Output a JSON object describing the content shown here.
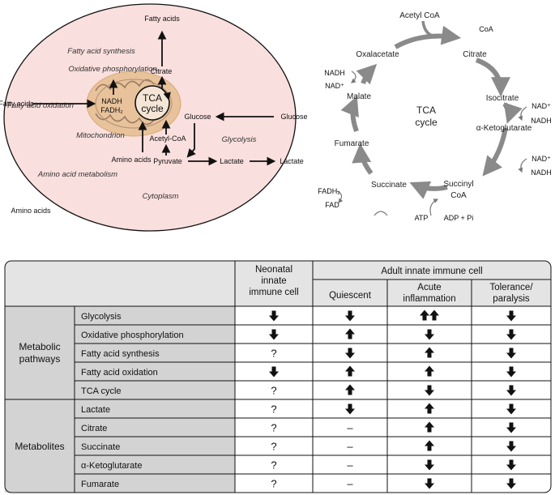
{
  "cell_diagram": {
    "top_fatty_acids": "Fatty acids",
    "fatty_acid_synthesis": "Fatty acid synthesis",
    "oxidative_phosphorylation": "Oxidative phosphorylation",
    "citrate": "Citrate",
    "fatty_acids_left": "Fatty acids",
    "fatty_acid_oxidation": "Fatty acid oxidation",
    "nadh": "NADH",
    "fadh2": "FADH₂",
    "tca_cycle_line1": "TCA",
    "tca_cycle_line2": "cycle",
    "glucose_inside": "Glucose",
    "glucose_outside": "Glucose",
    "mitochondrion": "Mitochondrion",
    "glycolysis": "Glycolysis",
    "acetyl_coa": "Acetyl-CoA",
    "amino_acids_inside": "Amino acids",
    "pyruvate": "Pyruvate",
    "lactate_inside": "Lactate",
    "lactate_outside": "Lactate",
    "amino_acid_metabolism": "Amino acid metabolism",
    "cytoplasm": "Cytoplasm",
    "amino_acids_outside": "Amino acids"
  },
  "tca_diagram": {
    "acetyl_coa": "Acetyl CoA",
    "coa": "CoA",
    "oxalacetate": "Oxalacetate",
    "citrate": "Citrate",
    "nadh_left": "NADH",
    "nad_left": "NAD⁺",
    "isocitrate": "Isocitrate",
    "nad_right1": "NAD⁺",
    "nadh_right1": "NADH",
    "malate": "Malate",
    "center_line1": "TCA",
    "center_line2": "cycle",
    "alpha_ketoglutarate": "α-Ketoglutarate",
    "nad_right2": "NAD⁺",
    "nadh_right2": "NADH",
    "fumarate": "Fumarate",
    "fadh2": "FADH₂",
    "fad": "FAD",
    "succinate": "Succinate",
    "succinyl_coa_line1": "Succinyl",
    "succinyl_coa_line2": "CoA",
    "atp": "ATP",
    "adp_pi": "ADP + Pi"
  },
  "table": {
    "col_neonatal": [
      "Neonatal",
      "innate",
      "immune cell"
    ],
    "col_adult": "Adult innate immune cell",
    "col_quiescent": "Quiescent",
    "col_acute": [
      "Acute",
      "inflammation"
    ],
    "col_tolerance": [
      "Tolerance/",
      "paralysis"
    ],
    "groups": [
      {
        "label": [
          "Metabolic",
          "pathways"
        ]
      },
      {
        "label": [
          "Metabolites"
        ]
      }
    ],
    "rows": [
      {
        "name": "Glycolysis",
        "cells": [
          "down",
          "down",
          "upup",
          "down"
        ]
      },
      {
        "name": "Oxidative phosphorylation",
        "cells": [
          "down",
          "up",
          "down",
          "down"
        ]
      },
      {
        "name": "Fatty acid synthesis",
        "cells": [
          "?",
          "down",
          "up",
          "down"
        ]
      },
      {
        "name": "Fatty acid oxidation",
        "cells": [
          "down",
          "up",
          "up",
          "down"
        ]
      },
      {
        "name": "TCA cycle",
        "cells": [
          "?",
          "up",
          "down",
          "down"
        ]
      },
      {
        "name": "Lactate",
        "cells": [
          "?",
          "down",
          "up",
          "down"
        ]
      },
      {
        "name": "Citrate",
        "cells": [
          "?",
          "–",
          "up",
          "down"
        ]
      },
      {
        "name": "Succinate",
        "cells": [
          "?",
          "–",
          "up",
          "down"
        ]
      },
      {
        "name": "α-Ketoglutarate",
        "cells": [
          "?",
          "–",
          "down",
          "down"
        ]
      },
      {
        "name": "Fumarate",
        "cells": [
          "?",
          "–",
          "down",
          "down"
        ]
      }
    ]
  },
  "colors": {
    "cell_fill": "#f9dfdd",
    "mito_fill": "#e8c29a",
    "table_header_fill": "#e4e4e4",
    "table_label_fill": "#d3d3d3",
    "tca_arrow": "#8a8a8a"
  }
}
